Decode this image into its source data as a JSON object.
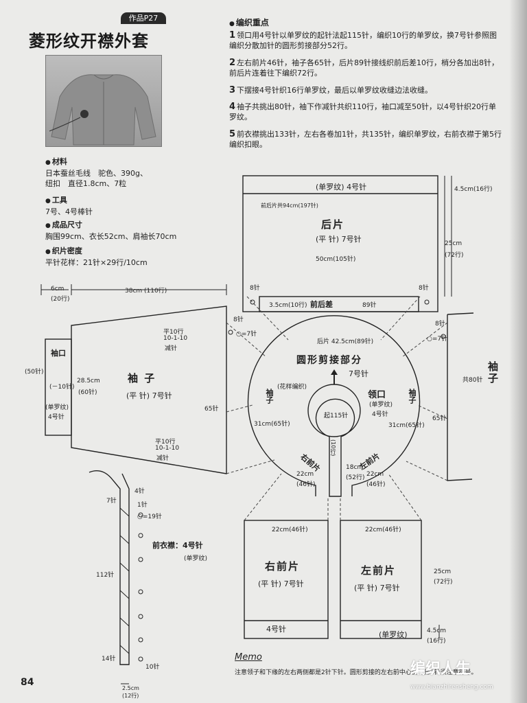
{
  "header": {
    "tag": "作品P27",
    "title": "菱形纹开襟外套",
    "page_number": "84"
  },
  "materials": {
    "h_material": "材料",
    "material_1": "日本蚕丝毛线　驼色、390g、",
    "material_2": "纽扣　直径1.8cm、7粒",
    "h_tools": "工具",
    "tools": "7号、4号棒针",
    "h_size": "成品尺寸",
    "size": "胸围99cm、衣长52cm、肩袖长70cm",
    "h_gauge": "织片密度",
    "gauge": "平针花样：21针×29行/10cm"
  },
  "steps": {
    "heading": "编织重点",
    "items": [
      {
        "num": "1",
        "text": "领口用4号针以单罗纹的起针法起115针，编织10行的单罗纹，换7号针参照图编织分散加针的圆形剪接部分52行。"
      },
      {
        "num": "2",
        "text": "左右前片46针，袖子各65针，后片89针接线织前后差10行，梢分各加出8针，前后片连着往下编织72行。"
      },
      {
        "num": "3",
        "text": "下摆接4号针织16行单罗纹，最后以单罗纹收缝边法收缝。"
      },
      {
        "num": "4",
        "text": "袖子共挑出80针，袖下作减针共织110行，袖口减至50针，以4号针织20行单罗纹。"
      },
      {
        "num": "5",
        "text": "前衣襟挑出133针，左右各卷加1针，共135针，编织单罗纹，右前衣襟于第5行编织扣眼。"
      }
    ]
  },
  "diagram": {
    "back_rib": "(单罗纹) 4号针",
    "back_total": "前后片共94cm(197针)",
    "back_title": "后片",
    "back_stitch": "(平 针) 7号针",
    "back_width": "50cm(105针)",
    "back_h1": "4.5cm(16行)",
    "back_h2": "25cm",
    "back_h2b": "(72行)",
    "back_8a": "8针",
    "back_8b": "8针",
    "back_diff_a": "3.5cm(10行)",
    "back_diff_b": "前后差",
    "back_89": "89针",
    "yoke_back": "后片 42.5cm(89针)",
    "yoke_title": "圆形剪接部分",
    "yoke_stitch": "7号针",
    "yoke_pattern": "(花样编织)",
    "yoke_sleeve_l": "袖子",
    "yoke_sleeve_r": "袖子",
    "yoke_31l": "31cm(65针)",
    "yoke_31r": "31cm(65针)",
    "collar_title": "领口",
    "collar_rib": "(单罗纹)",
    "collar_needle": "4号针",
    "collar_cast": "起115针",
    "collar_rows": "(10行)",
    "rf_label": "右前片",
    "rf_22": "22cm",
    "rf_46": "(46针)",
    "lf_label": "左前片",
    "lf_22": "22cm",
    "lf_46": "(46针)",
    "lf_18": "18cm",
    "lf_52": "(52行)",
    "sleeve_title": "袖 子",
    "sleeve_stitch": "(平 针) 7号针",
    "sleeve_cuff": "袖口",
    "sleeve_50": "(50针)",
    "sleeve_minus": "(－10针)",
    "sleeve_rib": "(单罗纹)",
    "sleeve_4": "4号针",
    "sleeve_285": "28.5cm",
    "sleeve_60": "(60针)",
    "sleeve_6": "6cm",
    "sleeve_20": "(20行)",
    "sleeve_38": "38cm (110行)",
    "sleeve_dec1a": "平10行",
    "sleeve_dec1b": "10-1-10",
    "sleeve_dec1c": "减针",
    "sleeve_dec2a": "平10行",
    "sleeve_dec2b": "10-1-10",
    "sleeve_dec2c": "减针",
    "sleeve_65": "65针",
    "sleeve_8": "8针",
    "sleeve_7": "○=7针",
    "rsleeve_title": "袖子",
    "rsleeve_80": "共80针",
    "rsleeve_65": "65针",
    "rsleeve_8": "8针",
    "rsleeve_7": "○=7针",
    "band_title": "前衣襟：4号针",
    "band_rib": "(单罗纹)",
    "band_4": "4针",
    "band_1": "1针",
    "band_19": "○=19针",
    "band_112": "112针",
    "band_14": "14针",
    "band_10": "10针",
    "band_7": "7针",
    "band_25": "2.5cm",
    "band_12": "(12行)",
    "rfp_width": "22cm(46针)",
    "rfp_title": "右前片",
    "rfp_stitch": "(平 针) 7号针",
    "rfp_rib": "4号针",
    "lfp_width": "22cm(46针)",
    "lfp_title": "左前片",
    "lfp_stitch": "(平 针) 7号针",
    "lfp_rib": "(单罗纹)",
    "lfp_h1": "25cm",
    "lfp_h1b": "(72行)",
    "lfp_h2": "4.5cm",
    "lfp_h2b": "(16行)"
  },
  "memo": {
    "title": "Memo",
    "text": "注意领子和下缘的左右两侧都是2针下针。圆形剪接的左右前中心侧的第2针须注意符号。"
  },
  "watermark": {
    "brand": "编织人生",
    "url": "www.bianzhirensheng.com"
  }
}
